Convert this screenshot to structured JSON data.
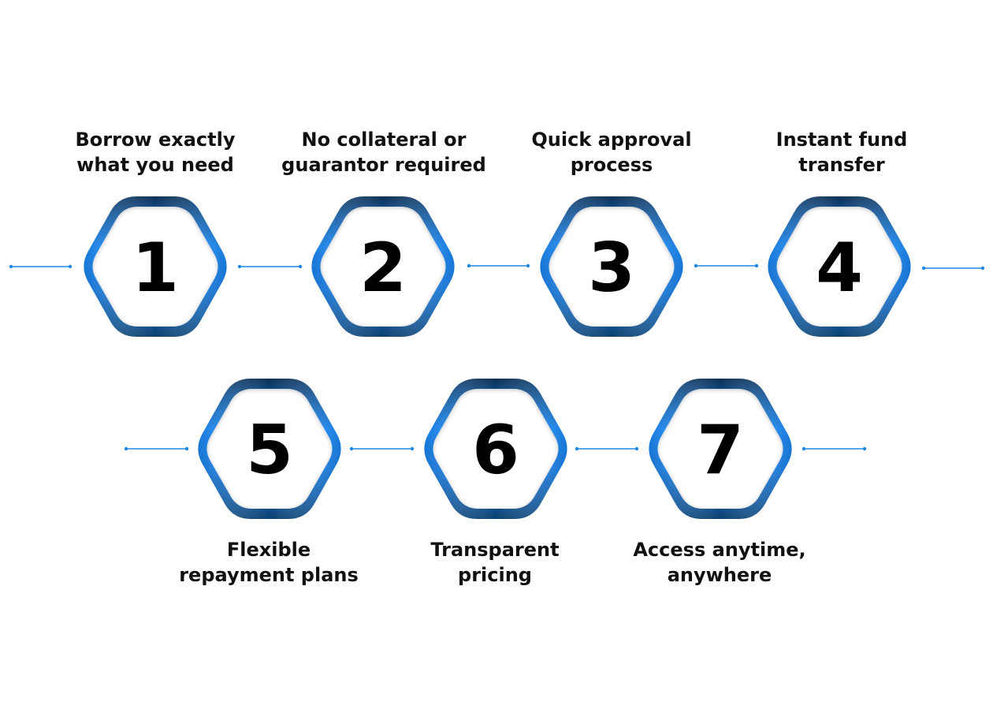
{
  "steps": [
    {
      "number": "1",
      "label": "Borrow exactly\nwhat you need"
    },
    {
      "number": "2",
      "label": "No collateral or\nguarantor required"
    },
    {
      "number": "3",
      "label": "Quick approval\nprocess"
    },
    {
      "number": "4",
      "label": "Instant fund\ntransfer"
    },
    {
      "number": "5",
      "label": "Flexible\nrepayment plans"
    },
    {
      "number": "6",
      "label": "Transparent\npricing"
    },
    {
      "number": "7",
      "label": "Access anytime,\nanywhere"
    }
  ],
  "colors": {
    "hexagon_bright": "#1e90ff",
    "hexagon_dark": "#0a3f6e",
    "connector": "#1e88e5",
    "text": "#111111"
  }
}
